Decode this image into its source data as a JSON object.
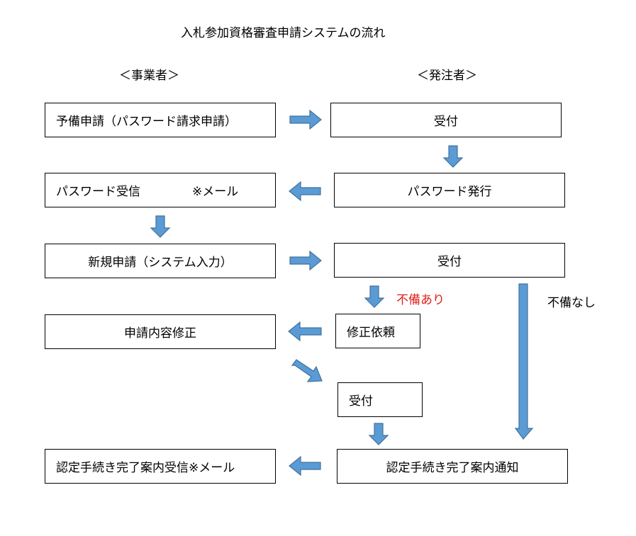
{
  "title": "入札参加資格審査申請システムの流れ",
  "columns": {
    "business": "＜事業者＞",
    "orderer": "＜発注者＞"
  },
  "boxes": {
    "pre_application": "予備申請（パスワード請求申請）",
    "receipt_1": "受付",
    "password_received": "パスワード受信",
    "password_received_note": "※メール",
    "password_issue": "パスワード発行",
    "new_application": "新規申請（システム入力）",
    "receipt_2": "受付",
    "correction_request": "修正依頼",
    "correct_application": "申請内容修正",
    "receipt_3": "受付",
    "completion_notice": "認定手続き完了案内通知",
    "completion_received": "認定手続き完了案内受信※メール"
  },
  "labels": {
    "deficient": "不備あり",
    "not_deficient": "不備なし"
  },
  "colors": {
    "arrow_fill": "#5b9bd5",
    "arrow_stroke": "#41719c",
    "alert_text": "#e0201b"
  }
}
